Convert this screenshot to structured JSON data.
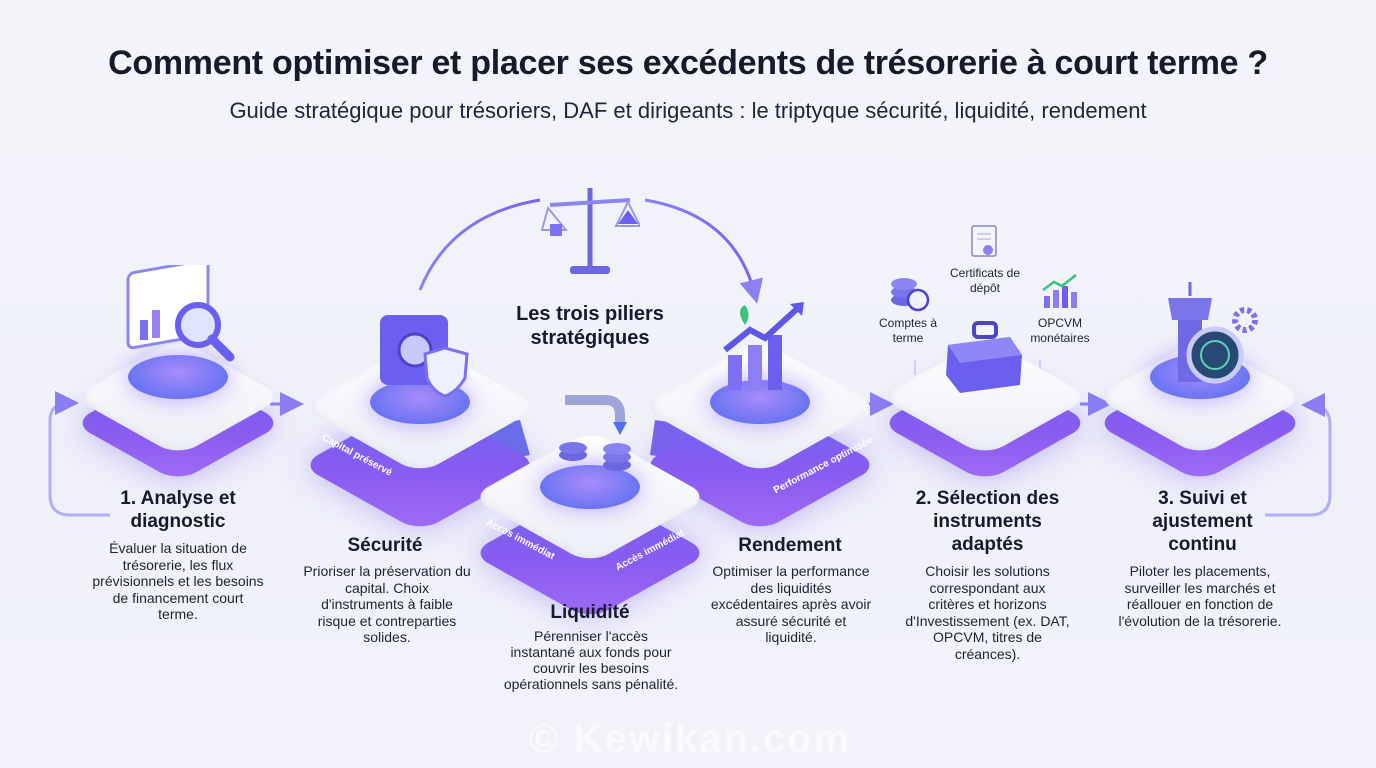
{
  "header": {
    "title": "Comment optimiser et placer ses excédents de trésorerie à court terme ?",
    "subtitle": "Guide stratégique pour trésoriers, DAF et dirigeants : le triptyque sécurité, liquidité, rendement"
  },
  "center_label": "Les trois piliers stratégiques",
  "steps": [
    {
      "title": "1. Analyse et diagnostic",
      "text": "Évaluer la situation de trésorerie, les flux prévisionnels et les besoins de financement court terme.",
      "icon": "magnifier-dashboard-icon"
    },
    {
      "title": "2. Sélection des instruments adaptés",
      "text": "Choisir les solutions correspondant aux critères et horizons d'Investissement (ex. DAT, OPCVM, titres de créances).",
      "icon": "toolbox-icon"
    },
    {
      "title": "3. Suivi et ajustement continu",
      "text": "Piloter les placements, surveiller les marchés et réallouer en fonction de l'évolution de la trésorerie.",
      "icon": "control-tower-radar-icon"
    }
  ],
  "pillars": [
    {
      "title": "Sécurité",
      "text": "Prioriser la préservation du capital. Choix d'instruments à faible risque et contreparties solides.",
      "side_label": "Capital préservé",
      "icon": "safe-shield-icon"
    },
    {
      "title": "Liquidité",
      "text": "Pérenniser l'accès instantané aux fonds pour couvrir les besoins opérationnels sans pénalité.",
      "side_label_left": "Accès immédiat",
      "side_label_right": "Accès immédiat",
      "icon": "tap-coins-icon"
    },
    {
      "title": "Rendement",
      "text": "Optimiser la performance des liquidités excédentaires après avoir assuré sécurité et liquidité.",
      "side_label": "Performance optimisée",
      "icon": "growth-chart-icon"
    }
  ],
  "instruments": [
    {
      "label": "Comptes à terme",
      "icon": "coins-clock-icon"
    },
    {
      "label": "Certificats de dépôt",
      "icon": "certificate-icon"
    },
    {
      "label": "OPCVM monétaires",
      "icon": "bar-chart-icon"
    }
  ],
  "balance_icon": "balance-scale-icon",
  "watermark": "© Kewikan.com",
  "colors": {
    "accent": "#6d63f0",
    "accent2": "#a06cf5",
    "text": "#161b2c",
    "background": "#f2f3fa"
  }
}
